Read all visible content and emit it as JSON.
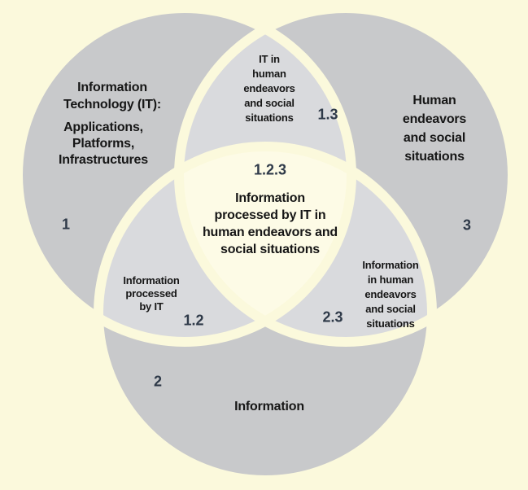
{
  "diagram": {
    "type": "venn",
    "colors": {
      "background": "#FBF9DC",
      "circle_fill": "#C8C9CB",
      "overlap_fill": "#D9DADD",
      "center_fill": "#FDFBE6",
      "number_color": "#2F3A49",
      "label_color": "#161616"
    },
    "regions": {
      "r1": {
        "number": "1",
        "title": "Information\nTechnology (IT):",
        "subtitle": "Applications,\nPlatforms,\nInfrastructures"
      },
      "r2": {
        "number": "2",
        "label": "Information"
      },
      "r3": {
        "number": "3",
        "label": "Human\nendeavors\nand social\nsituations"
      },
      "r12": {
        "number": "1.2",
        "label": "Information\nprocessed\nby IT"
      },
      "r13": {
        "number": "1.3",
        "label": "IT in\nhuman\nendeavors\nand social\nsituations"
      },
      "r23": {
        "number": "2.3",
        "label": "Information\nin human\nendeavors\nand social\nsituations"
      },
      "r123": {
        "number": "1.2.3",
        "label": "Information\nprocessed by IT in\nhuman endeavors and\nsocial situations"
      }
    }
  }
}
